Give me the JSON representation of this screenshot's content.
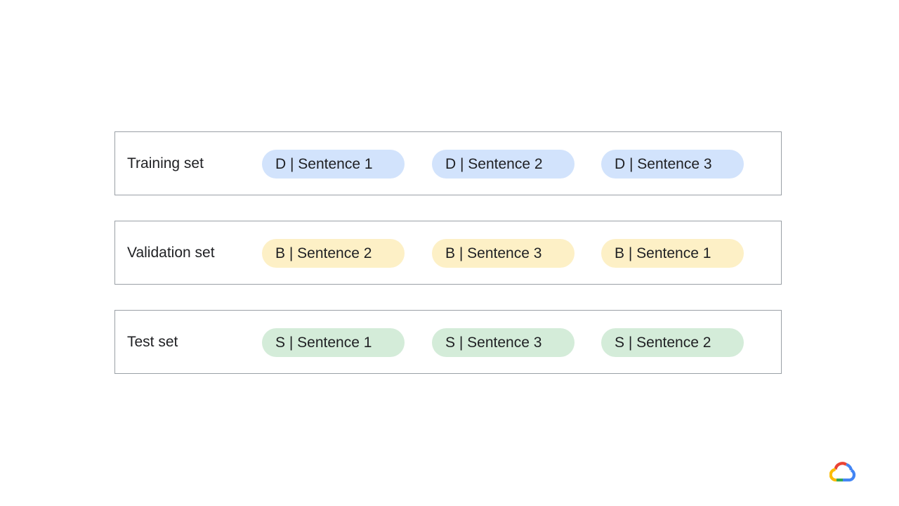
{
  "rows": [
    {
      "label": "Training set",
      "color": "#d2e3fc",
      "pills": [
        "D | Sentence 1",
        "D | Sentence 2",
        "D | Sentence 3"
      ]
    },
    {
      "label": "Validation set",
      "color": "#fdf0c6",
      "pills": [
        "B | Sentence 2",
        "B | Sentence 3",
        "B | Sentence 1"
      ]
    },
    {
      "label": "Test set",
      "color": "#d4ecd9",
      "pills": [
        "S | Sentence 1",
        "S | Sentence 3",
        "S | Sentence 2"
      ]
    }
  ],
  "logo": {
    "icon": "google-cloud-logo-icon",
    "colors": [
      "#ea4335",
      "#4285f4",
      "#34a853",
      "#fbbc04"
    ]
  }
}
